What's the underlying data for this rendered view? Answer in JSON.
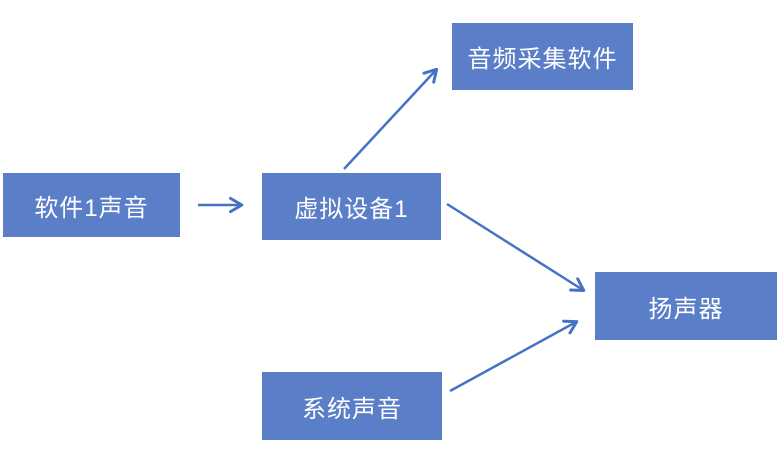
{
  "diagram": {
    "background_color": "#ffffff",
    "node_fill_color": "#5b7ec9",
    "node_text_color": "#ffffff",
    "arrow_color": "#4472c4",
    "nodes": [
      {
        "id": "software1",
        "label": "软件1声音"
      },
      {
        "id": "virtual1",
        "label": "虚拟设备1"
      },
      {
        "id": "audio-capture",
        "label": "音频采集软件"
      },
      {
        "id": "speaker",
        "label": "扬声器"
      },
      {
        "id": "system",
        "label": "系统声音"
      }
    ],
    "edges": [
      {
        "from": "software1",
        "to": "virtual1"
      },
      {
        "from": "virtual1",
        "to": "audio-capture"
      },
      {
        "from": "virtual1",
        "to": "speaker"
      },
      {
        "from": "system",
        "to": "speaker"
      }
    ]
  }
}
